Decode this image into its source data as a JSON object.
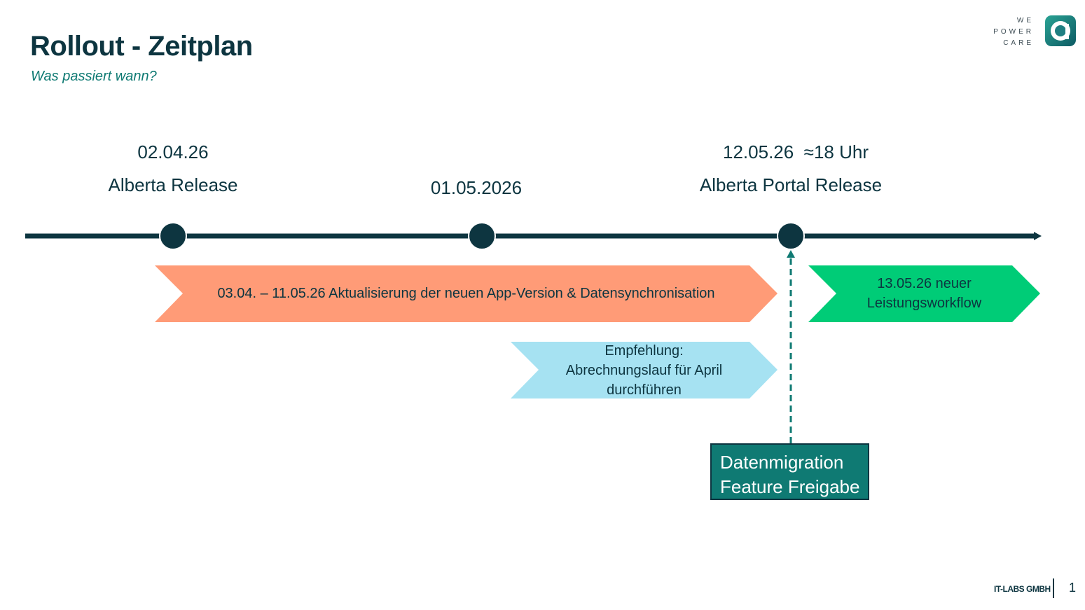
{
  "header": {
    "title": "Rollout - Zeitplan",
    "subtitle": "Was passiert wann?"
  },
  "logo": {
    "lines": [
      "WE",
      "POWER",
      "CARE"
    ],
    "badge_icon": "alberta-a-icon",
    "colors": {
      "light": "#2aa394",
      "dark": "#0d5a63"
    }
  },
  "milestones": [
    {
      "date": "02.04.26",
      "title": "Alberta Release"
    },
    {
      "date": "01.05.2026",
      "title": ""
    },
    {
      "date": "12.05.26  ≈18 Uhr",
      "title": "Alberta Portal Release"
    }
  ],
  "phases": {
    "update": {
      "text": "03.04. – 11.05.26 Aktualisierung der neuen App-Version & Datensynchronisation",
      "color": "#ff9b77"
    },
    "workflow": {
      "lines": [
        "13.05.26 neuer",
        "Leistungsworkflow"
      ],
      "color": "#00cc77"
    },
    "recommendation": {
      "lines": [
        "Empfehlung:",
        "Abrechnungslauf für April",
        "durchführen"
      ],
      "color": "#a6e2f2"
    }
  },
  "callout": {
    "lines": [
      "Datenmigration",
      "Feature Freigabe"
    ],
    "color": "#0f7a73"
  },
  "footer": {
    "company": "IT-LABS GMBH",
    "page": "1"
  },
  "colors": {
    "dark": "#0d3540",
    "teal": "#0f7a73"
  }
}
